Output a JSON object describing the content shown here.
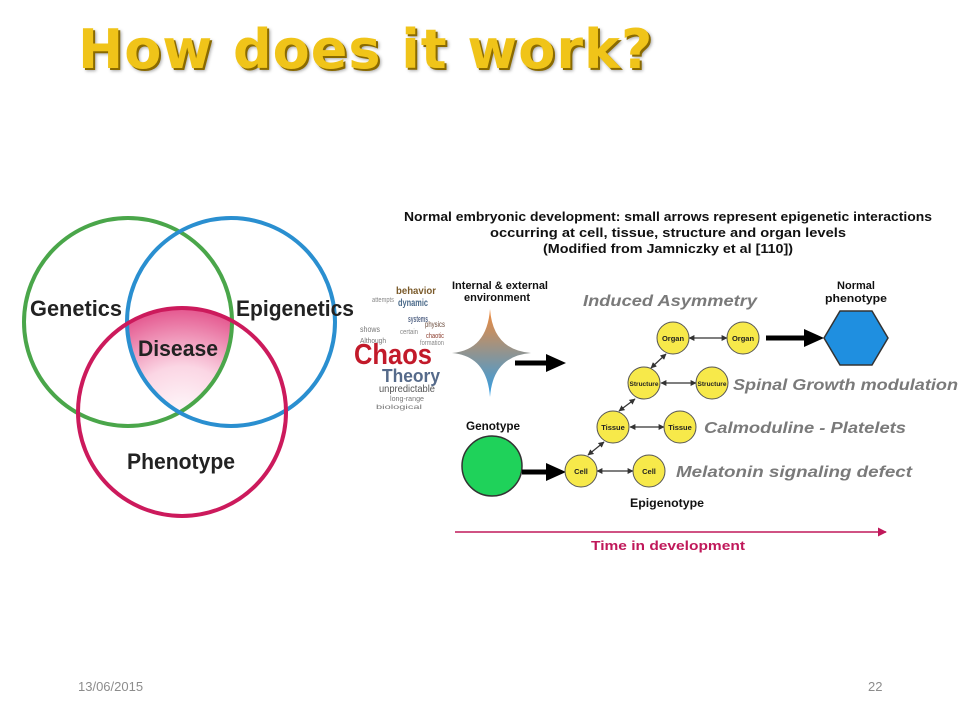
{
  "slide": {
    "title": "How does it work?",
    "date": "13/06/2015",
    "page_number": "22"
  },
  "venn": {
    "genetics": "Genetics",
    "epigenetics": "Epigenetics",
    "phenotype": "Phenotype",
    "disease": "Disease",
    "colors": {
      "genetics_ring": "#4aa64a",
      "epigenetics_ring": "#2a8fd0",
      "phenotype_ring": "#cc1a5c",
      "disease_fill": "#e0407f"
    }
  },
  "development_figure": {
    "caption_line1": "Normal embryonic development: small arrows represent epigenetic interactions",
    "caption_line2": "occurring at cell, tissue, structure and organ levels",
    "caption_line3": "(Modified from Jamniczky et al [110])",
    "environment_label_line1": "Internal & external",
    "environment_label_line2": "environment",
    "genotype_label": "Genotype",
    "normal_phenotype_line1": "Normal",
    "normal_phenotype_line2": "phenotype",
    "epigenotype_label": "Epigenotype",
    "time_axis_label": "Time in development",
    "nodes": {
      "organ": "Organ",
      "structure": "Structure",
      "tissue": "Tissue",
      "cell": "Cell"
    },
    "colors": {
      "node_fill": "#f7e94a",
      "genotype_fill": "#1fd25a",
      "phenotype_fill": "#1f8fe0",
      "time_axis": "#c0185a",
      "diamond_top": "#f28a3a",
      "diamond_bottom": "#2e9ee8"
    }
  },
  "annotations": {
    "induced_asymmetry": "Induced Asymmetry",
    "spinal_growth": "Spinal Growth modulation",
    "calmoduline": "Calmoduline  - Platelets",
    "melatonin": "Melatonin signaling defect"
  },
  "word_cloud": {
    "chaos": "Chaos",
    "theory": "Theory",
    "unpredictable": "unpredictable",
    "behavior": "behavior",
    "dynamic": "dynamic",
    "systems": "systems",
    "physics": "physics",
    "long_range": "long-range",
    "biological": "biological",
    "although": "Although",
    "shows": "shows",
    "certain": "certain",
    "formation": "formation",
    "chaotic": "chaotic",
    "attempts": "attempts"
  }
}
